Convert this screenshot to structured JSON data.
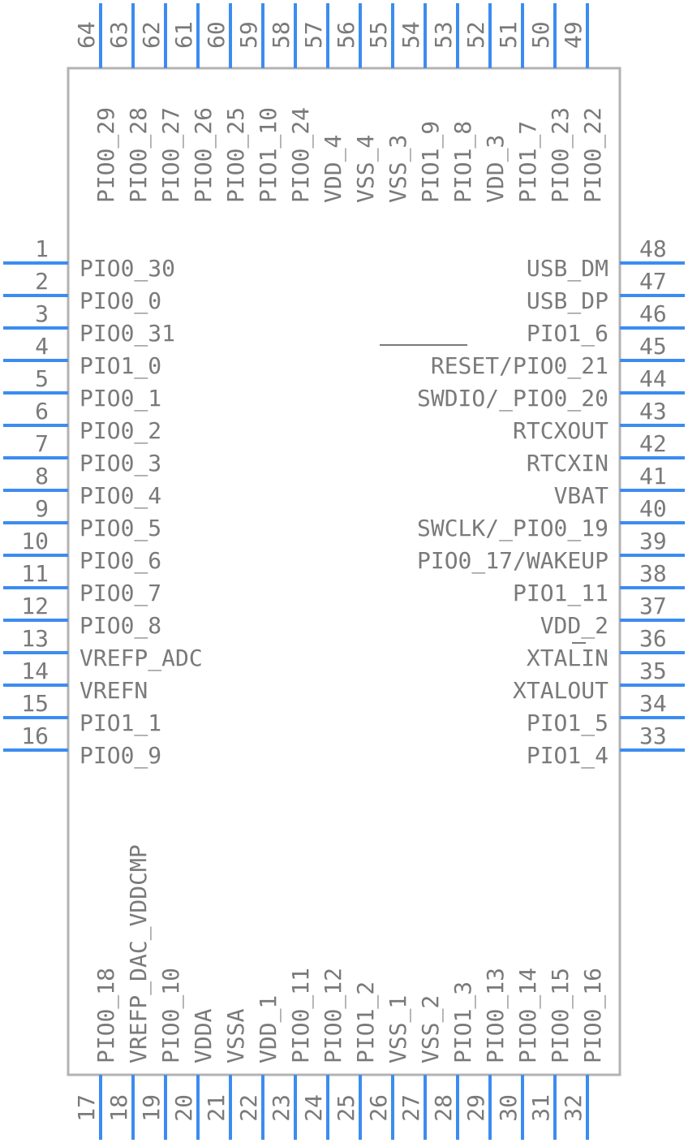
{
  "component": {
    "package": "LQFP64",
    "colors": {
      "pin": "#3c8cf0",
      "body": "#b3b3b3",
      "text": "#7a7a7a"
    }
  },
  "pins": {
    "left": [
      {
        "num": "1",
        "label": "PIO0_30"
      },
      {
        "num": "2",
        "label": "PIO0_0"
      },
      {
        "num": "3",
        "label": "PIO0_31"
      },
      {
        "num": "4",
        "label": "PIO1_0"
      },
      {
        "num": "5",
        "label": "PIO0_1"
      },
      {
        "num": "6",
        "label": "PIO0_2"
      },
      {
        "num": "7",
        "label": "PIO0_3"
      },
      {
        "num": "8",
        "label": "PIO0_4"
      },
      {
        "num": "9",
        "label": "PIO0_5"
      },
      {
        "num": "10",
        "label": "PIO0_6"
      },
      {
        "num": "11",
        "label": "PIO0_7"
      },
      {
        "num": "12",
        "label": "PIO0_8"
      },
      {
        "num": "13",
        "label": "VREFP_ADC"
      },
      {
        "num": "14",
        "label": "VREFN"
      },
      {
        "num": "15",
        "label": "PIO1_1"
      },
      {
        "num": "16",
        "label": "PIO0_9"
      }
    ],
    "right": [
      {
        "num": "48",
        "label": "USB_DM"
      },
      {
        "num": "47",
        "label": "USB_DP"
      },
      {
        "num": "46",
        "label": "PIO1_6"
      },
      {
        "num": "45",
        "label": "RESET/PIO0_21"
      },
      {
        "num": "44",
        "label": "SWDIO/_PIO0_20"
      },
      {
        "num": "43",
        "label": "RTCXOUT"
      },
      {
        "num": "42",
        "label": "RTCXIN"
      },
      {
        "num": "41",
        "label": "VBAT"
      },
      {
        "num": "40",
        "label": "SWCLK/_PIO0_19"
      },
      {
        "num": "39",
        "label": "PIO0_17/WAKEUP"
      },
      {
        "num": "38",
        "label": "PIO1_11"
      },
      {
        "num": "37",
        "label": "VDD_2"
      },
      {
        "num": "36",
        "label": "XTALIN"
      },
      {
        "num": "35",
        "label": "XTALOUT"
      },
      {
        "num": "34",
        "label": "PIO1_5"
      },
      {
        "num": "33",
        "label": "PIO1_4"
      }
    ],
    "top": [
      {
        "num": "64",
        "label": "PIO0_29"
      },
      {
        "num": "63",
        "label": "PIO0_28"
      },
      {
        "num": "62",
        "label": "PIO0_27"
      },
      {
        "num": "61",
        "label": "PIO0_26"
      },
      {
        "num": "60",
        "label": "PIO0_25"
      },
      {
        "num": "59",
        "label": "PIO1_10"
      },
      {
        "num": "58",
        "label": "PIO0_24"
      },
      {
        "num": "57",
        "label": "VDD_4"
      },
      {
        "num": "56",
        "label": "VSS_4"
      },
      {
        "num": "55",
        "label": "VSS_3"
      },
      {
        "num": "54",
        "label": "PIO1_9"
      },
      {
        "num": "53",
        "label": "PIO1_8"
      },
      {
        "num": "52",
        "label": "VDD_3"
      },
      {
        "num": "51",
        "label": "PIO1_7"
      },
      {
        "num": "50",
        "label": "PIO0_23"
      },
      {
        "num": "49",
        "label": "PIO0_22"
      }
    ],
    "bottom": [
      {
        "num": "17",
        "label": "PIO0_18"
      },
      {
        "num": "18",
        "label": "VREFP_DAC_VDDCMP"
      },
      {
        "num": "19",
        "label": "PIO0_10"
      },
      {
        "num": "20",
        "label": "VDDA"
      },
      {
        "num": "21",
        "label": "VSSA"
      },
      {
        "num": "22",
        "label": "VDD_1"
      },
      {
        "num": "23",
        "label": "PIO0_11"
      },
      {
        "num": "24",
        "label": "PIO0_12"
      },
      {
        "num": "25",
        "label": "PIO1_2"
      },
      {
        "num": "26",
        "label": "VSS_1"
      },
      {
        "num": "27",
        "label": "VSS_2"
      },
      {
        "num": "28",
        "label": "PIO1_3"
      },
      {
        "num": "29",
        "label": "PIO0_13"
      },
      {
        "num": "30",
        "label": "PIO0_14"
      },
      {
        "num": "31",
        "label": "PIO0_15"
      },
      {
        "num": "32",
        "label": "PIO0_16"
      }
    ]
  }
}
